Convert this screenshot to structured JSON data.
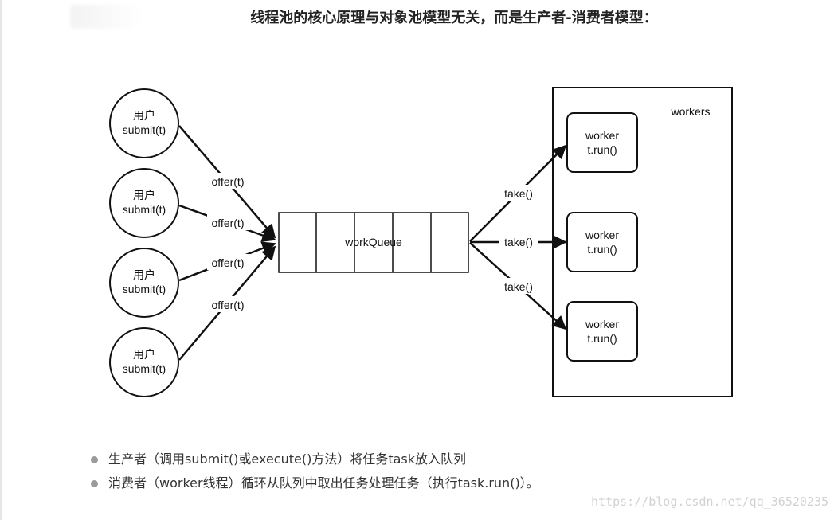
{
  "title": "线程池的核心原理与对象池模型无关，而是生产者-消费者模型：",
  "diagram": {
    "producers": [
      {
        "line1": "用户",
        "line2": "submit(t)"
      },
      {
        "line1": "用户",
        "line2": "submit(t)"
      },
      {
        "line1": "用户",
        "line2": "submit(t)"
      },
      {
        "line1": "用户",
        "line2": "submit(t)"
      }
    ],
    "offer_labels": [
      "offer(t)",
      "offer(t)",
      "offer(t)",
      "offer(t)"
    ],
    "queue_label": "workQueue",
    "take_labels": [
      "take()",
      "take()",
      "take()"
    ],
    "workers_title": "workers",
    "workers": [
      {
        "line1": "worker",
        "line2": "t.run()"
      },
      {
        "line1": "worker",
        "line2": "t.run()"
      },
      {
        "line1": "worker",
        "line2": "t.run()"
      }
    ]
  },
  "bullets": [
    "生产者（调用submit()或execute()方法）将任务task放入队列",
    "消费者（worker线程）循环从队列中取出任务处理任务（执行task.run()）。"
  ],
  "watermark": "https://blog.csdn.net/qq_36520235",
  "colors": {
    "stroke": "#111111",
    "text": "#222222",
    "bullet_dot": "#9a9a9a",
    "watermark": "#d2d2d2"
  },
  "icons": {
    "bullet": "filled-circle",
    "arrowhead": "filled-triangle"
  }
}
